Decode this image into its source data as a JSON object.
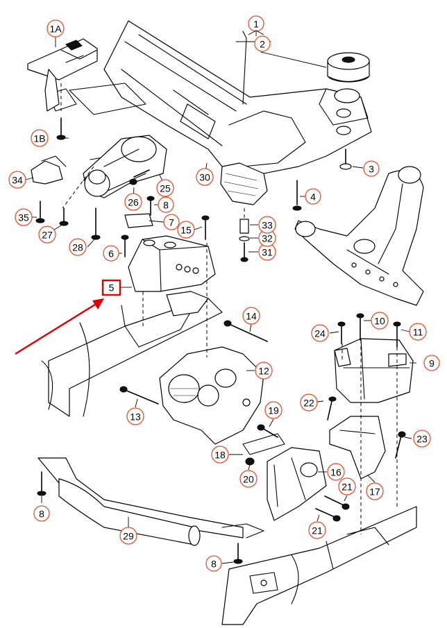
{
  "callouts": [
    {
      "id": "1A",
      "label": "1A"
    },
    {
      "id": "1B",
      "label": "1B"
    },
    {
      "id": "1",
      "label": "1"
    },
    {
      "id": "2",
      "label": "2"
    },
    {
      "id": "3",
      "label": "3"
    },
    {
      "id": "4",
      "label": "4"
    },
    {
      "id": "5",
      "label": "5"
    },
    {
      "id": "6",
      "label": "6"
    },
    {
      "id": "7",
      "label": "7"
    },
    {
      "id": "8a",
      "label": "8"
    },
    {
      "id": "8b",
      "label": "8"
    },
    {
      "id": "8c",
      "label": "8"
    },
    {
      "id": "9",
      "label": "9"
    },
    {
      "id": "10",
      "label": "10"
    },
    {
      "id": "11",
      "label": "11"
    },
    {
      "id": "12",
      "label": "12"
    },
    {
      "id": "13",
      "label": "13"
    },
    {
      "id": "14",
      "label": "14"
    },
    {
      "id": "15",
      "label": "15"
    },
    {
      "id": "16",
      "label": "16"
    },
    {
      "id": "17",
      "label": "17"
    },
    {
      "id": "18",
      "label": "18"
    },
    {
      "id": "19",
      "label": "19"
    },
    {
      "id": "20",
      "label": "20"
    },
    {
      "id": "21a",
      "label": "21"
    },
    {
      "id": "21b",
      "label": "21"
    },
    {
      "id": "22",
      "label": "22"
    },
    {
      "id": "23",
      "label": "23"
    },
    {
      "id": "24",
      "label": "24"
    },
    {
      "id": "25",
      "label": "25"
    },
    {
      "id": "26",
      "label": "26"
    },
    {
      "id": "27",
      "label": "27"
    },
    {
      "id": "28",
      "label": "28"
    },
    {
      "id": "29",
      "label": "29"
    },
    {
      "id": "30",
      "label": "30"
    },
    {
      "id": "31",
      "label": "31"
    },
    {
      "id": "32",
      "label": "32"
    },
    {
      "id": "33",
      "label": "33"
    },
    {
      "id": "34",
      "label": "34"
    },
    {
      "id": "35",
      "label": "35"
    }
  ],
  "highlight": {
    "label": "5",
    "color": "#e00000"
  },
  "accent_color": "#e0522a"
}
